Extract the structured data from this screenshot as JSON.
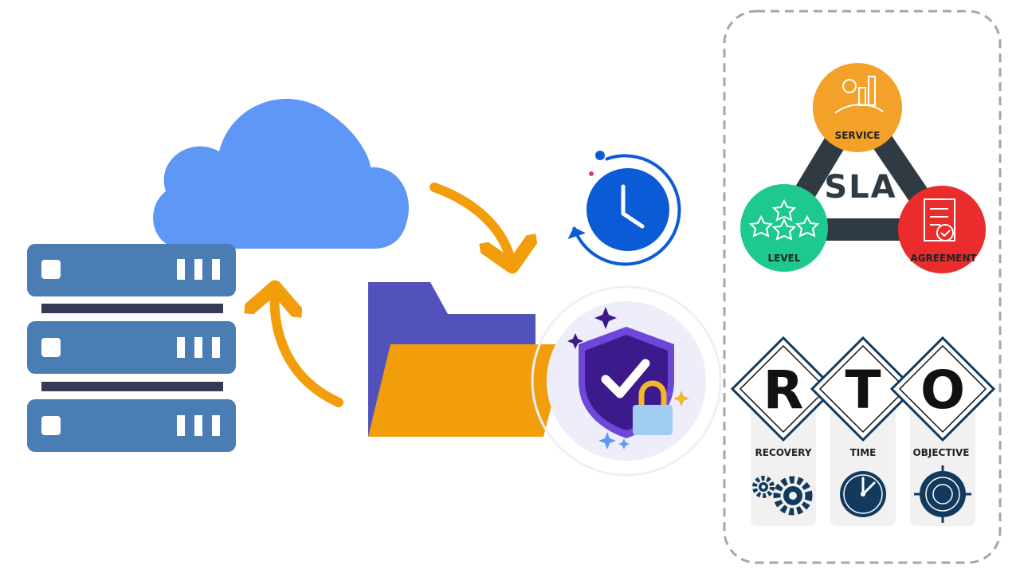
{
  "sla": {
    "title": "SLA",
    "nodes": {
      "service": "SERVICE",
      "level": "LEVEL",
      "agreement": "AGREEMENT"
    }
  },
  "rto": {
    "letters": [
      "R",
      "T",
      "O"
    ],
    "labels": [
      "RECOVERY",
      "TIME",
      "OBJECTIVE"
    ]
  },
  "colors": {
    "cloud": "#5e97f6",
    "server": "#4b7db5",
    "arrow": "#f29d0c",
    "folder_back": "#5252bd",
    "folder_front": "#f29d0c",
    "shield": "#3d1a8c",
    "clock": "#0c5bd6",
    "sla_service": "#f4a12a",
    "sla_level": "#1ec98f",
    "sla_agreement": "#ea2c2c",
    "rto_navy": "#113a5e"
  }
}
